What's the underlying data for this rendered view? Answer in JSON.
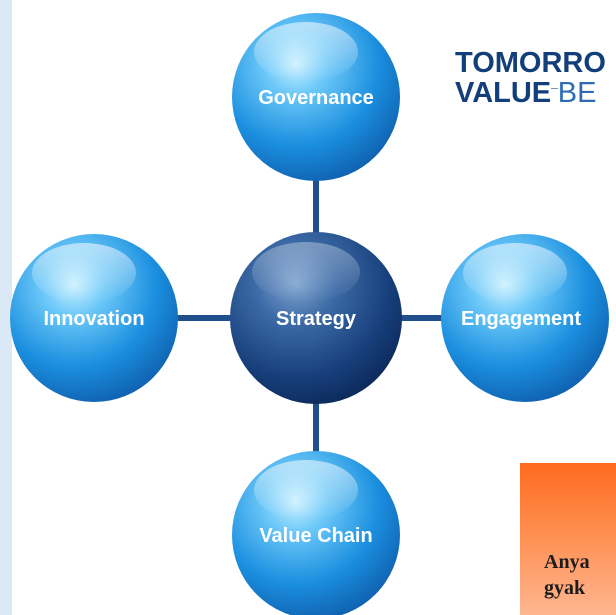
{
  "diagram": {
    "center": {
      "label": "Strategy"
    },
    "nodes": {
      "top": {
        "label": "Governance"
      },
      "left": {
        "label": "Innovation"
      },
      "right": {
        "label": "Engagement"
      },
      "bottom": {
        "label": "Value Chain"
      }
    }
  },
  "brand": {
    "line1": "TOMORRO",
    "line2_bold": "VALUE",
    "line2_light": "BE"
  },
  "note": {
    "line1": "Anya",
    "line2": "gyak"
  },
  "colors": {
    "connector": "#1f4f8c",
    "sphere_light": "#8fd9ff",
    "sphere_dark": "#0f6cc0",
    "center_dark": "#0d2f63",
    "brand_text": "#123f7a",
    "note_orange": "#ff6a1f"
  }
}
